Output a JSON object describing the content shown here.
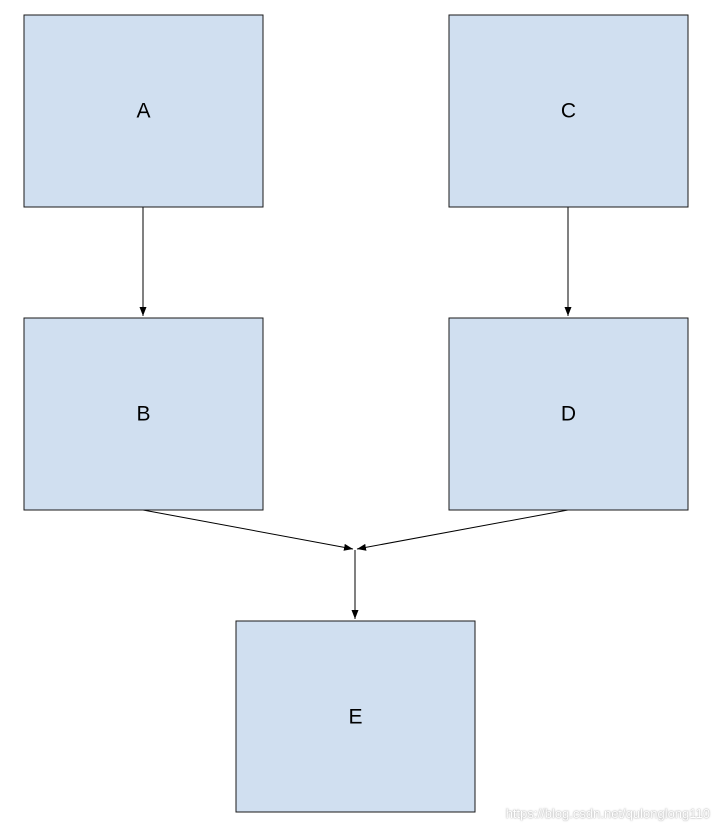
{
  "nodes": [
    {
      "id": "A",
      "label": "A"
    },
    {
      "id": "B",
      "label": "B"
    },
    {
      "id": "C",
      "label": "C"
    },
    {
      "id": "D",
      "label": "D"
    },
    {
      "id": "E",
      "label": "E"
    }
  ],
  "edges": [
    {
      "from": "A",
      "to": "B"
    },
    {
      "from": "C",
      "to": "D"
    },
    {
      "from": "B",
      "to": "E"
    },
    {
      "from": "D",
      "to": "E"
    }
  ],
  "colors": {
    "node_fill": "#d0dff0",
    "node_stroke": "#1a1a1a",
    "edge": "#000000"
  },
  "watermark": "https://blog.csdn.net/qulonglong110"
}
